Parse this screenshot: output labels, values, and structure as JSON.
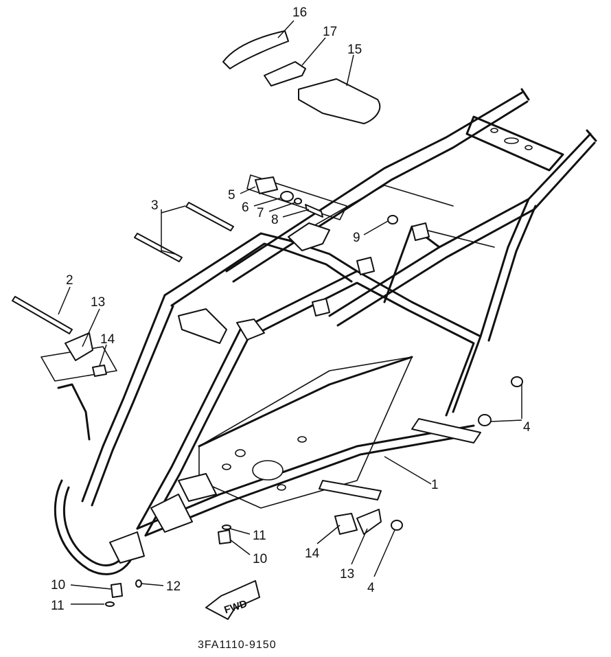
{
  "diagram": {
    "drawing_code": "3FA1110-9150",
    "direction_label": "FWD",
    "callouts": [
      {
        "id": "c16",
        "text": "16"
      },
      {
        "id": "c17",
        "text": "17"
      },
      {
        "id": "c15",
        "text": "15"
      },
      {
        "id": "c5",
        "text": "5"
      },
      {
        "id": "c6",
        "text": "6"
      },
      {
        "id": "c7",
        "text": "7"
      },
      {
        "id": "c8",
        "text": "8"
      },
      {
        "id": "c9",
        "text": "9"
      },
      {
        "id": "c3",
        "text": "3"
      },
      {
        "id": "c2",
        "text": "2"
      },
      {
        "id": "c13a",
        "text": "13"
      },
      {
        "id": "c14a",
        "text": "14"
      },
      {
        "id": "c4a",
        "text": "4"
      },
      {
        "id": "c1",
        "text": "1"
      },
      {
        "id": "c11a",
        "text": "11"
      },
      {
        "id": "c10a",
        "text": "10"
      },
      {
        "id": "c14b",
        "text": "14"
      },
      {
        "id": "c13b",
        "text": "13"
      },
      {
        "id": "c4b",
        "text": "4"
      },
      {
        "id": "c12",
        "text": "12"
      },
      {
        "id": "c10b",
        "text": "10"
      },
      {
        "id": "c11b",
        "text": "11"
      }
    ]
  }
}
